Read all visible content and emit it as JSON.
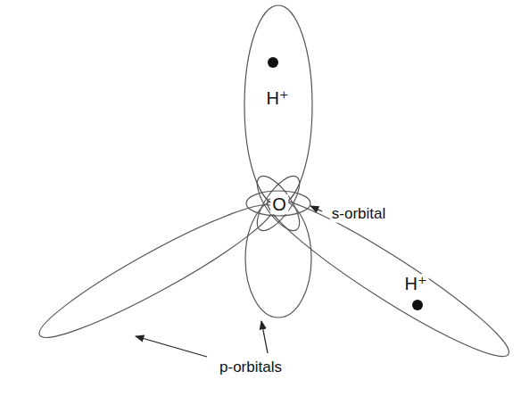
{
  "diagram": {
    "labels": [
      "H⁺",
      "O",
      "s-orbital",
      "H⁺",
      "p-orbitals"
    ]
  }
}
